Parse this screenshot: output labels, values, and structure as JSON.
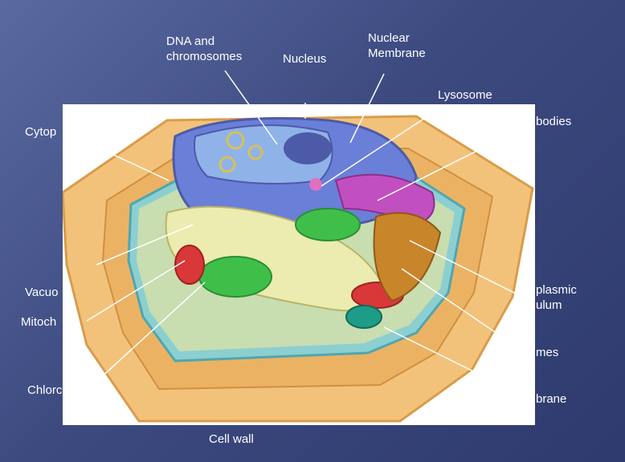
{
  "labels": {
    "dna": "DNA and\nchromosomes",
    "nucleus": "Nucleus",
    "nuclear_membrane": "Nuclear\nMembrane",
    "lysosome": "Lysosome",
    "golgi": "bodies",
    "cytoplasm": "Cytop",
    "vacuole": "Vacuo",
    "mitochondria": "Mitoch",
    "er": "plasmic\nulum",
    "ribosomes": "mes",
    "chloroplast": "Chlorc",
    "cell_membrane": "brane",
    "cell_wall": "Cell wall"
  },
  "colors": {
    "background": "#3c4a80",
    "cell_wall": "#f3c27a",
    "cytoplasm": "#c8ddb0",
    "nucleus_region": "#6a7fd8",
    "nucleolus": "#4d5aa8",
    "vacuole": "#ecebb0",
    "chloroplast": "#3fbf4a",
    "mitochondria": "#d83838",
    "golgi": "#c24fc0",
    "er": "#c8852a"
  }
}
